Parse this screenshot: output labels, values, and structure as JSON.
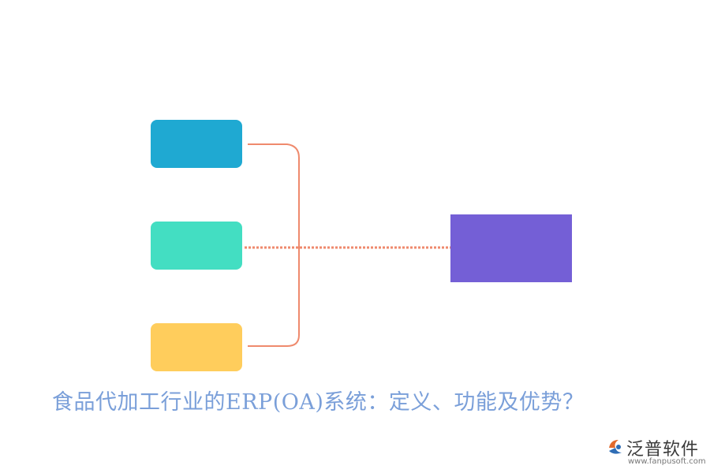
{
  "diagram": {
    "title": "食品代加工行业的ERP(OA)系统：定义、功能及优势？",
    "colors": {
      "title": "#7a9fd9",
      "box_top": "#1fa9d2",
      "box_mid": "#43dec2",
      "box_bottom": "#ffcd5c",
      "box_target": "#745fd6",
      "connector": "#ef8a6d"
    }
  },
  "logo": {
    "name": "泛普软件",
    "url": "www.fanpusoft.com",
    "icon": "fanpu-logo-icon"
  }
}
